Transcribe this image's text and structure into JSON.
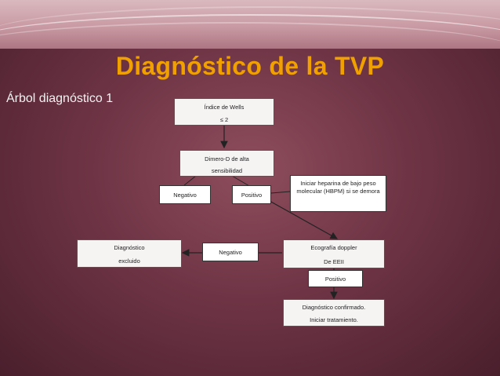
{
  "slide": {
    "title": "Diagnóstico de la TVP",
    "subtitle": "Árbol diagnóstico 1"
  },
  "nodes": {
    "wells": {
      "line1": "Índice de Wells",
      "line2": "≤ 2"
    },
    "dimero": {
      "line1": "Dimero-D de alta",
      "line2": "sensibilidad"
    },
    "negativo1": {
      "label": "Negativo"
    },
    "positivo1": {
      "label": "Positivo"
    },
    "heparina": {
      "line1": "Iniciar heparina de bajo peso",
      "line2": "molecular (HBPM) si se demora"
    },
    "excluido": {
      "line1": "Diagnóstico",
      "line2": "excluido"
    },
    "negativo2": {
      "label": "Negativo"
    },
    "eco": {
      "line1": "Ecografía doppler",
      "line2": "De EEII"
    },
    "positivo2": {
      "label": "Positivo"
    },
    "confirmado": {
      "line1": "Diagnóstico confirmado.",
      "line2": "Iniciar tratamiento."
    }
  }
}
